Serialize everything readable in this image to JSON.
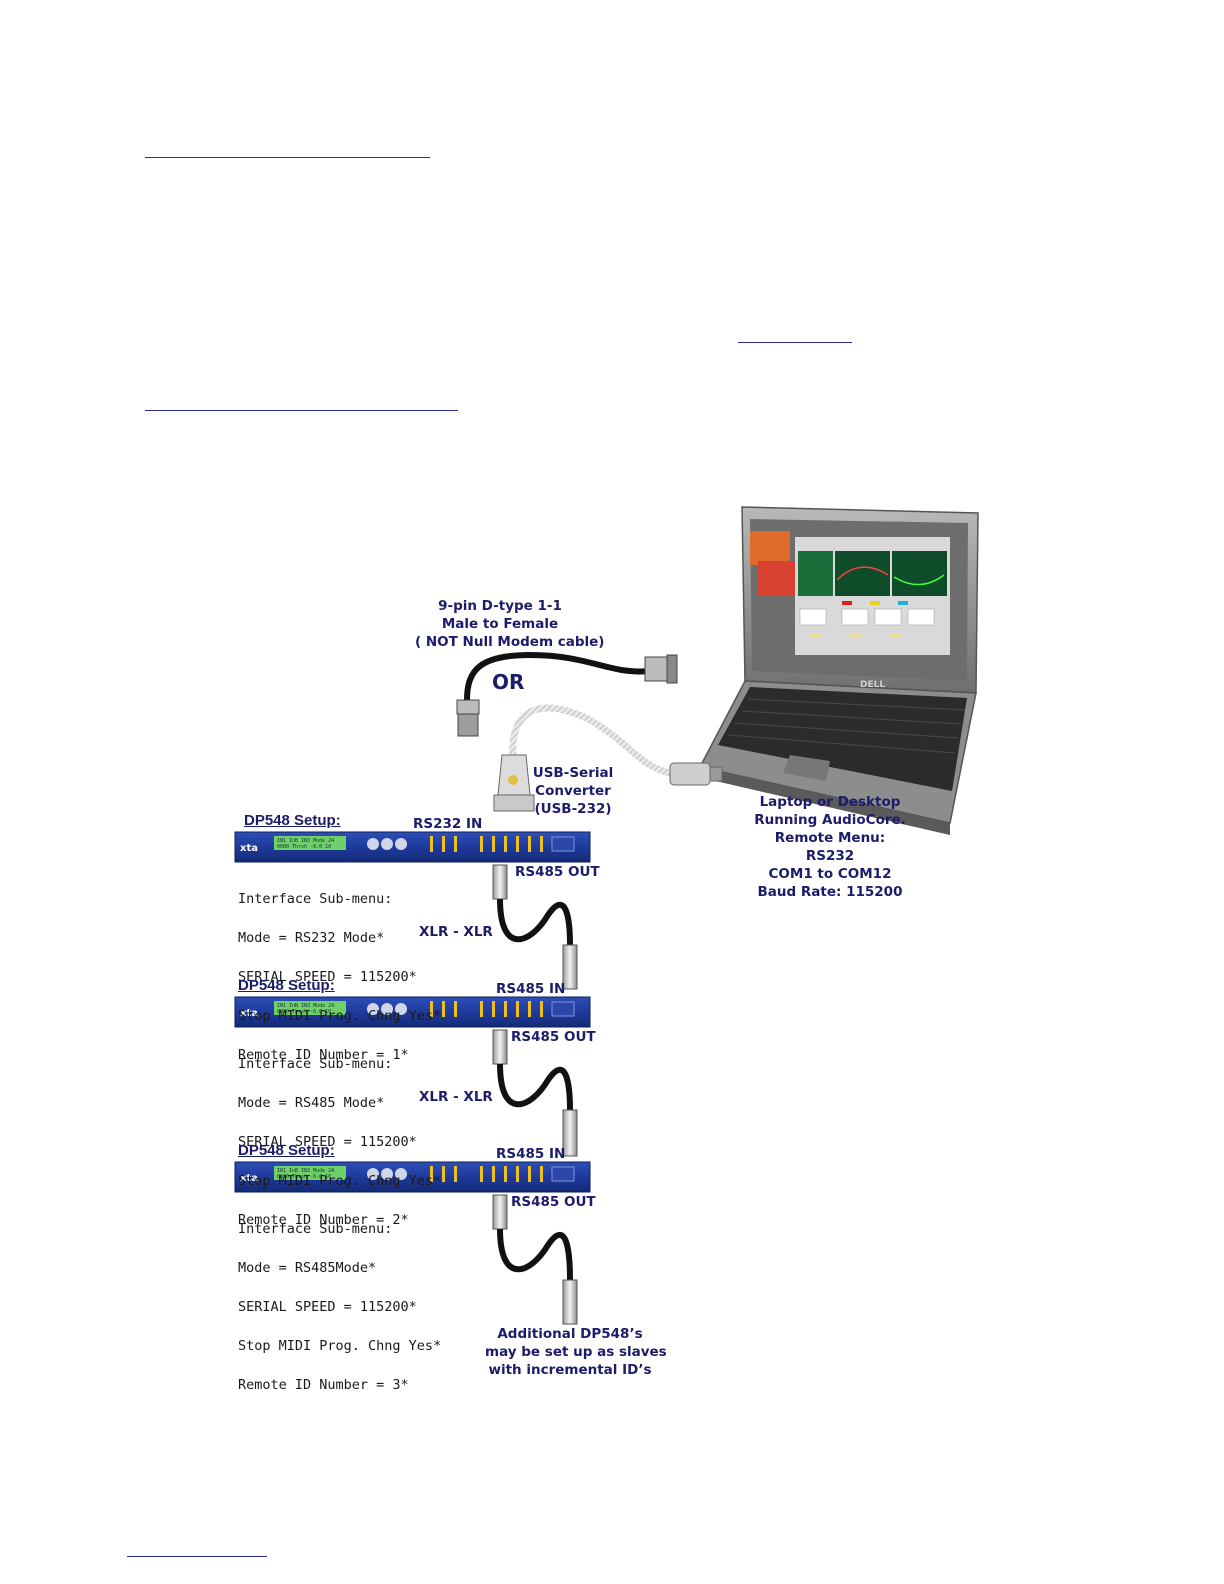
{
  "diagram": {
    "cable_label": {
      "line1": "9-pin D-type 1-1",
      "line2": "Male to Female",
      "line3": "( NOT Null Modem cable)"
    },
    "or_label": "OR",
    "usb_label": {
      "line1": "USB-Serial",
      "line2": "Converter",
      "line3": "(USB-232)"
    },
    "laptop_brand": "DELL",
    "laptop_label": {
      "line1": "Laptop or Desktop",
      "line2": "Running AudioCore.",
      "line3": "Remote Menu:",
      "line4": "RS232",
      "line5": "COM1 to COM12",
      "line6": "Baud Rate: 115200"
    },
    "units": [
      {
        "setup_title": "DP548 Setup:",
        "in_label": "RS232 IN",
        "out_label": "RS485 OUT",
        "menu": [
          "Interface Sub-menu:",
          "Mode = RS232 Mode*",
          "SERIAL SPEED = 115200*",
          "Stop MIDI Prog. Chng Yes*",
          "Remote ID Number = 1*"
        ],
        "link_label": "XLR - XLR"
      },
      {
        "setup_title": "DP548 Setup:",
        "in_label": "RS485 IN",
        "out_label": "RS485 OUT",
        "menu": [
          "Interface Sub-menu:",
          "Mode = RS485 Mode*",
          "SERIAL SPEED = 115200*",
          "Stop MIDI Prog. Chng Yes*",
          "Remote ID Number = 2*"
        ],
        "link_label": "XLR - XLR"
      },
      {
        "setup_title": "DP548 Setup:",
        "in_label": "RS485 IN",
        "out_label": "RS485 OUT",
        "menu": [
          "Interface Sub-menu:",
          "Mode = RS485Mode*",
          "SERIAL SPEED = 115200*",
          "Stop MIDI Prog. Chng Yes*",
          "Remote ID Number = 3*"
        ]
      }
    ],
    "rack_logo": "xta",
    "lcd_text": {
      "line1": "IN1 InB IN3 Mode 24",
      "line2": "0000 Thrsh -6.0 10"
    },
    "additional_label": {
      "line1": "Additional DP548’s",
      "line2": "may be set up as slaves",
      "line3": "with incremental ID’s"
    },
    "colors": {
      "label": "#1c1c6b",
      "rack_body": "#1f3a9c",
      "lcd": "#6fd06a",
      "cable": "#111111",
      "laptop": "#8a8a8a",
      "screen_accent": "#e06a2a"
    }
  }
}
